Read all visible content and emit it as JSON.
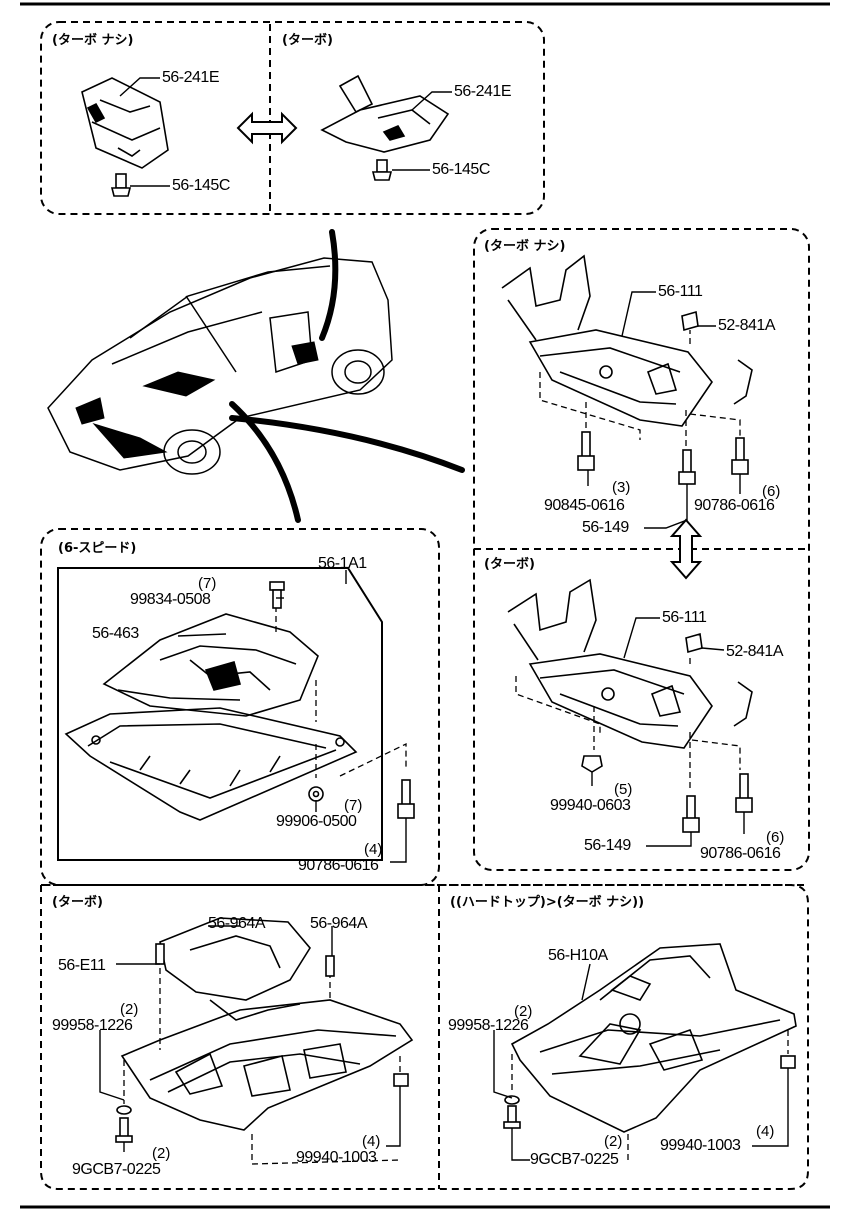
{
  "panels": {
    "turbo_nashi": "(ターボ ナシ)",
    "turbo": "(ターボ)",
    "six_speed": "(6-スピード)",
    "hardtop_turbo_nashi": "((ハードトップ)>(ターボ ナシ))"
  },
  "parts": {
    "p56_241E": "56-241E",
    "p56_145C": "56-145C",
    "p56_111": "56-111",
    "p52_841A": "52-841A",
    "p90845_0616": "90845-0616",
    "p56_149": "56-149",
    "p90786_0616": "90786-0616",
    "p99940_0603": "99940-0603",
    "p56_1A1": "56-1A1",
    "p99834_0508": "99834-0508",
    "p56_463": "56-463",
    "p99906_0500": "99906-0500",
    "p56_E11": "56-E11",
    "p56_964A": "56-964A",
    "p99958_1226": "99958-1226",
    "p9GCB7_0225": "9GCB7-0225",
    "p99940_1003": "99940-1003",
    "p56_H10A": "56-H10A"
  },
  "qty": {
    "q2": "(2)",
    "q3": "(3)",
    "q4": "(4)",
    "q5": "(5)",
    "q6": "(6)",
    "q7": "(7)"
  }
}
